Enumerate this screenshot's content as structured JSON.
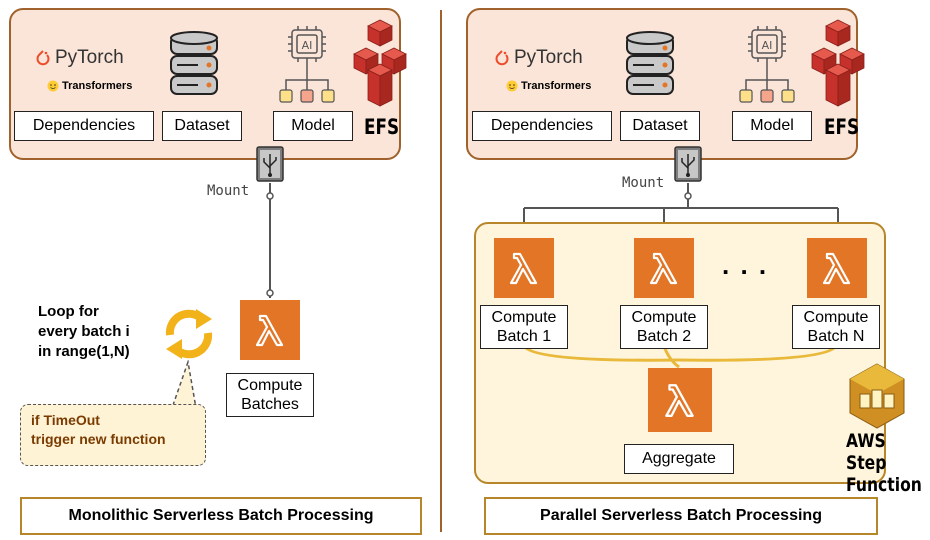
{
  "left": {
    "pytorch": "PyTorch",
    "transformers": "Transformers",
    "dependencies": "Dependencies",
    "dataset": "Dataset",
    "model": "Model",
    "efs": "EFS",
    "mount": "Mount",
    "compute_line1": "Compute",
    "compute_line2": "Batches",
    "loop_line1": "Loop for",
    "loop_line2": "every batch i",
    "loop_line3": "in range(1,N)",
    "callout_line1": "if TimeOut",
    "callout_line2": "trigger new function",
    "title": "Monolithic Serverless Batch Processing"
  },
  "right": {
    "pytorch": "PyTorch",
    "transformers": "Transformers",
    "dependencies": "Dependencies",
    "dataset": "Dataset",
    "model": "Model",
    "efs": "EFS",
    "mount": "Mount",
    "batch1_line1": "Compute",
    "batch1_line2": "Batch 1",
    "batch2_line1": "Compute",
    "batch2_line2": "Batch 2",
    "batchN_line1": "Compute",
    "batchN_line2": "Batch N",
    "ellipsis": ". . .",
    "aggregate": "Aggregate",
    "step_line1": "AWS Step",
    "step_line2": "Function",
    "title": "Parallel Serverless Batch Processing"
  },
  "colors": {
    "panel_fill": "#fbe5d8",
    "panel_border": "#a0622d",
    "lambda_orange": "#e37526",
    "efs_red": "#c7312b",
    "step_yellow": "#e8b93a"
  }
}
